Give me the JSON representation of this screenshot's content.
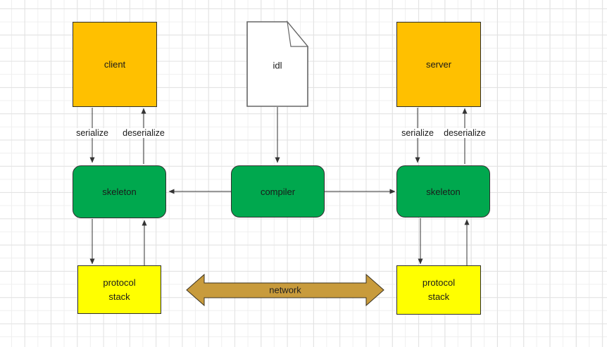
{
  "diagram": {
    "nodes": {
      "client": {
        "label": "client"
      },
      "idl": {
        "label": "idl"
      },
      "server": {
        "label": "server"
      },
      "skeleton_left": {
        "label": "skeleton"
      },
      "compiler": {
        "label": "compiler"
      },
      "skeleton_right": {
        "label": "skeleton"
      },
      "protocol_stack_left": {
        "label": "protocol stack"
      },
      "protocol_stack_right": {
        "label": "protocol stack"
      },
      "network": {
        "label": "network"
      }
    },
    "edge_labels": {
      "left_serialize": "serialize",
      "left_deserialize": "deserialize",
      "right_serialize": "serialize",
      "right_deserialize": "deserialize"
    },
    "colors": {
      "node_orange": "#FFC000",
      "node_green": "#00A84E",
      "node_yellow": "#FFFF00",
      "arrow_gold": "#C89B3C",
      "arrow_gold_border": "#3b3322",
      "document_white": "#FFFFFF",
      "document_border": "#666666",
      "connector": "#333333",
      "grid_minor": "#EFEFEF",
      "grid_major": "#E2E2E2"
    }
  }
}
